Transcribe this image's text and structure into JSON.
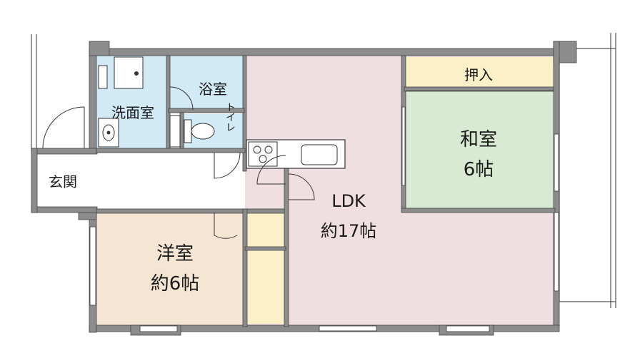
{
  "rooms": {
    "ldk": {
      "name": "LDK",
      "size": "約17帖",
      "color": "#f0dfe1"
    },
    "washitsu": {
      "name": "和室",
      "size": "6帖",
      "color": "#d8ead2"
    },
    "oshiire": {
      "name": "押入",
      "color": "#fbf0c8"
    },
    "yoshitsu": {
      "name": "洋室",
      "size": "約6帖",
      "color": "#f4e6d3"
    },
    "yokushitsu": {
      "name": "浴室",
      "color": "#d2e9f6"
    },
    "senmenjo": {
      "name": "洗面室",
      "color": "#d2e9f6"
    },
    "toilet": {
      "name": "トイレ",
      "color": "#d2e9f6"
    },
    "genkan": {
      "name": "玄関",
      "color": "#ffffff"
    },
    "closet": {
      "color": "#fbf0c8"
    }
  },
  "colors": {
    "wall": "#8c8c8c",
    "line": "#333333"
  }
}
